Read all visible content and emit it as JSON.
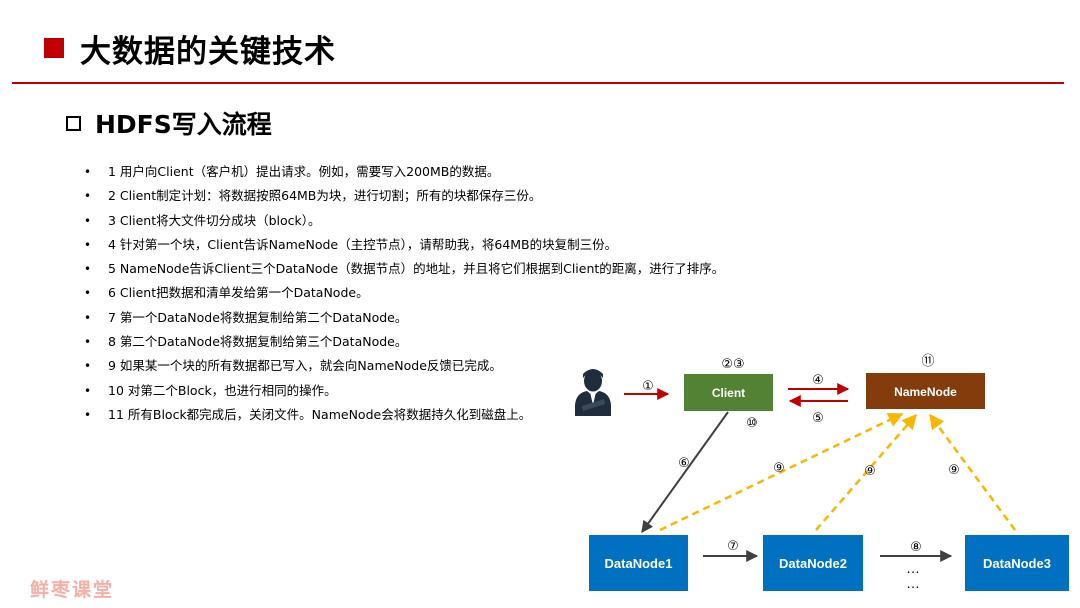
{
  "title": "大数据的关键技术",
  "subtitle": "HDFS写入流程",
  "bullet": "•",
  "steps": [
    "1 用户向Client（客户机）提出请求。例如，需要写入200MB的数据。",
    "2 Client制定计划：将数据按照64MB为块，进行切割；所有的块都保存三份。",
    "3 Client将大文件切分成块（block）。",
    "4 针对第一个块，Client告诉NameNode（主控节点），请帮助我，将64MB的块复制三份。",
    "5 NameNode告诉Client三个DataNode（数据节点）的地址，并且将它们根据到Client的距离，进行了排序。",
    "6 Client把数据和清单发给第一个DataNode。",
    "7 第一个DataNode将数据复制给第二个DataNode。",
    "8 第二个DataNode将数据复制给第三个DataNode。",
    "9 如果某一个块的所有数据都已写入，就会向NameNode反馈已完成。",
    "10 对第二个Block，也进行相同的操作。",
    "11 所有Block都完成后，关闭文件。NameNode会将数据持久化到磁盘上。"
  ],
  "diagram": {
    "client": "Client",
    "namenode": "NameNode",
    "datanode1": "DataNode1",
    "datanode2": "DataNode2",
    "datanode3": "DataNode3",
    "labels": {
      "step1": "①",
      "step23": "②③",
      "step4": "④",
      "step5": "⑤",
      "step6": "⑥",
      "step7": "⑦",
      "step8": "⑧",
      "step9": "⑨",
      "step10": "⑩",
      "step11": "⑪",
      "ellipsis": "…"
    },
    "colors": {
      "client": "#548235",
      "namenode": "#843c0c",
      "datanode": "#0070c0",
      "red_arrow": "#c00000",
      "dashed": "#f5b700",
      "dark_arrow": "#404040"
    }
  },
  "watermark": "鲜枣课堂"
}
